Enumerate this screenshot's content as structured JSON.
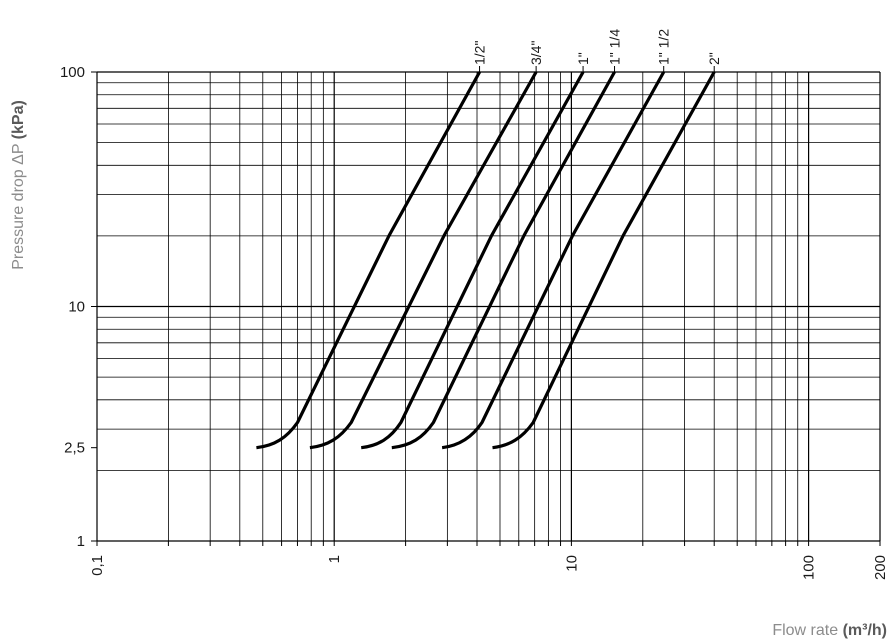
{
  "chart_data": {
    "type": "line",
    "title": "",
    "xlabel": "Flow rate",
    "xlabel_unit": "(m³/h)",
    "ylabel": "Pressure drop ΔP",
    "ylabel_unit": "(kPa)",
    "x_scale": "log",
    "y_scale": "log",
    "xlim": [
      0.1,
      200
    ],
    "ylim": [
      1,
      100
    ],
    "grid": true,
    "legend": "none",
    "x_ticks": [
      {
        "value": 0.1,
        "label": "0,1"
      },
      {
        "value": 1,
        "label": "1"
      },
      {
        "value": 10,
        "label": "10"
      },
      {
        "value": 100,
        "label": "100"
      },
      {
        "value": 200,
        "label": "200"
      }
    ],
    "y_ticks": [
      {
        "value": 1,
        "label": "1"
      },
      {
        "value": 2.5,
        "label": "2,5"
      },
      {
        "value": 10,
        "label": "10"
      },
      {
        "value": 100,
        "label": "100"
      }
    ],
    "series": [
      {
        "name": "1/2\"",
        "x": [
          0.47,
          0.56,
          0.63,
          0.7,
          1.7,
          4.1
        ],
        "y": [
          2.5,
          2.55,
          2.75,
          3.2,
          20,
          100
        ]
      },
      {
        "name": "3/4\"",
        "x": [
          0.79,
          0.94,
          1.06,
          1.18,
          2.9,
          7.1
        ],
        "y": [
          2.5,
          2.55,
          2.75,
          3.2,
          20,
          100
        ]
      },
      {
        "name": "1\"",
        "x": [
          1.3,
          1.54,
          1.73,
          1.91,
          4.6,
          11.2
        ],
        "y": [
          2.5,
          2.55,
          2.75,
          3.2,
          20,
          100
        ]
      },
      {
        "name": "1\" 1/4",
        "x": [
          1.75,
          2.1,
          2.36,
          2.62,
          6.3,
          15.2
        ],
        "y": [
          2.5,
          2.55,
          2.75,
          3.2,
          20,
          100
        ]
      },
      {
        "name": "1\" 1/2",
        "x": [
          2.85,
          3.35,
          3.8,
          4.2,
          10.1,
          24.5
        ],
        "y": [
          2.5,
          2.55,
          2.75,
          3.2,
          20,
          100
        ]
      },
      {
        "name": "2\"",
        "x": [
          4.65,
          5.5,
          6.2,
          6.9,
          16.5,
          40.0
        ],
        "y": [
          2.5,
          2.55,
          2.75,
          3.2,
          20,
          100
        ]
      }
    ]
  }
}
